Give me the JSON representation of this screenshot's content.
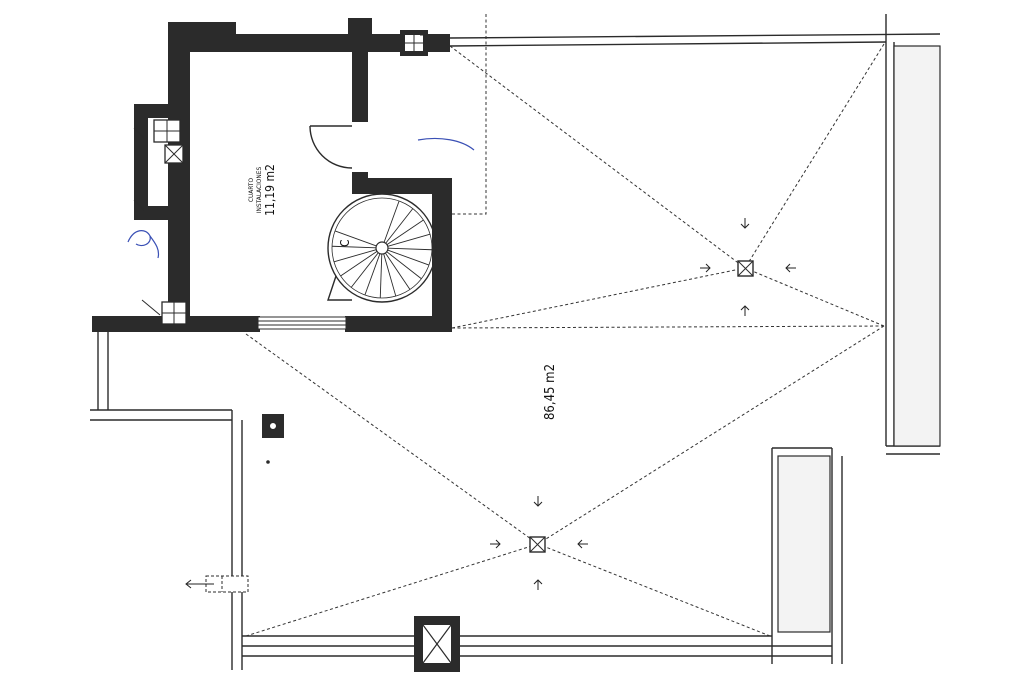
{
  "rooms": {
    "cuarto_name_line1": "CUARTO",
    "cuarto_name_line2": "INSTALACIONES",
    "cuarto_area": "11,19 m2",
    "terrace_area": "86,45 m2"
  },
  "annotations": {
    "spiral_stair_mark": "C"
  }
}
